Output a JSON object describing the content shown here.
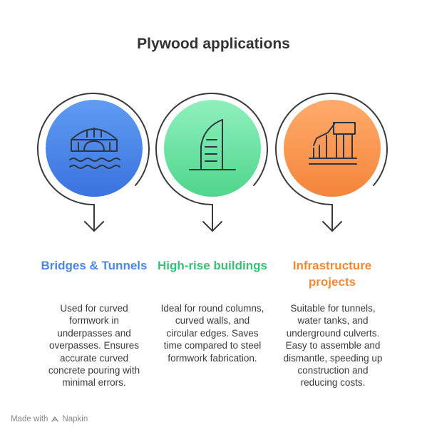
{
  "title": "Plywood applications",
  "items": [
    {
      "heading": "Bridges & Tunnels",
      "description": "Used for curved formwork in underpasses and overpasses. Ensures accurate curved concrete pouring with minimal errors.",
      "icon": "bridge-icon",
      "color": "#4d86e6"
    },
    {
      "heading": "High-rise buildings",
      "description": "Ideal for round columns, curved walls, and circular edges. Saves time compared to steel formwork fabrication.",
      "icon": "skyscraper-icon",
      "color": "#3bbf78"
    },
    {
      "heading": "Infrastructure projects",
      "description": "Suitable for tunnels, water tanks, and underground culverts. Easy to assemble and dismantle, speeding up construction and reducing costs.",
      "icon": "infrastructure-icon",
      "color": "#ee8a38"
    }
  ],
  "footer": {
    "made_with": "Made with",
    "brand": "Napkin"
  }
}
